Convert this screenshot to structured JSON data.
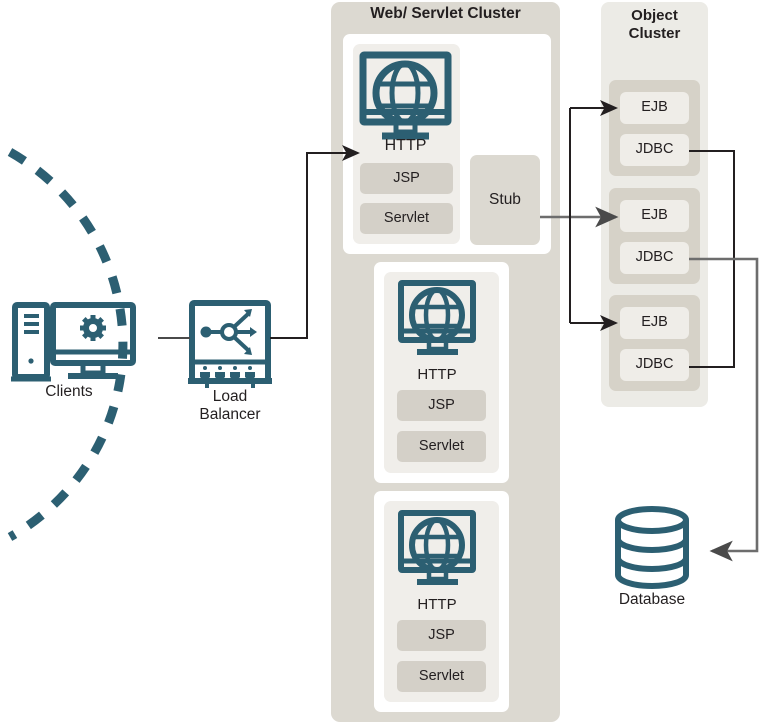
{
  "diagram": {
    "title": "Web/Servlet Cluster and Object Cluster architecture",
    "colors": {
      "teal": "#2c5f72",
      "text": "#231f20",
      "cluster_bg": "#dcd9d1",
      "panel_white": "#ffffff",
      "card_bg": "#f0eeea",
      "pill_bg": "#d4d0c8",
      "node_group_bg": "#d6d2c8",
      "node_pill_bg": "#efedE8",
      "object_cluster_bg": "#ecebe6",
      "stub_bg": "#dcd9d1",
      "arrow_dark": "#231f20",
      "arrow_gray": "#6d6d6d"
    },
    "clients": {
      "label": "Clients",
      "icon": "desktop-computer-icon",
      "boundary": "dashed-arc"
    },
    "load_balancer": {
      "label_line1": "Load",
      "label_line2": "Balancer",
      "icon": "load-balancer-icon"
    },
    "web_cluster": {
      "title": "Web/ Servlet Cluster",
      "servers": [
        {
          "icon_label": "HTTP",
          "components": [
            "JSP",
            "Servlet"
          ]
        },
        {
          "icon_label": "HTTP",
          "components": [
            "JSP",
            "Servlet"
          ]
        },
        {
          "icon_label": "HTTP",
          "components": [
            "JSP",
            "Servlet"
          ]
        }
      ],
      "stub": {
        "label": "Stub"
      }
    },
    "object_cluster": {
      "title_line1": "Object",
      "title_line2": "Cluster",
      "nodes": [
        {
          "components": [
            "EJB",
            "JDBC"
          ]
        },
        {
          "components": [
            "EJB",
            "JDBC"
          ]
        },
        {
          "components": [
            "EJB",
            "JDBC"
          ]
        }
      ]
    },
    "database": {
      "label": "Database",
      "icon": "database-cylinder-icon"
    },
    "connections": [
      {
        "from": "clients",
        "to": "load-balancer",
        "style": "plain-line"
      },
      {
        "from": "load-balancer",
        "to": "web-server-1",
        "style": "arrow"
      },
      {
        "from": "stub",
        "to": "ejb-1",
        "style": "arrow"
      },
      {
        "from": "stub",
        "to": "ejb-2",
        "style": "arrow"
      },
      {
        "from": "stub",
        "to": "ejb-3",
        "style": "arrow"
      },
      {
        "from": "jdbc-1",
        "to": "database",
        "style": "arrow"
      },
      {
        "from": "jdbc-2",
        "to": "database",
        "style": "arrow"
      },
      {
        "from": "jdbc-3",
        "to": "database",
        "style": "arrow"
      }
    ]
  }
}
